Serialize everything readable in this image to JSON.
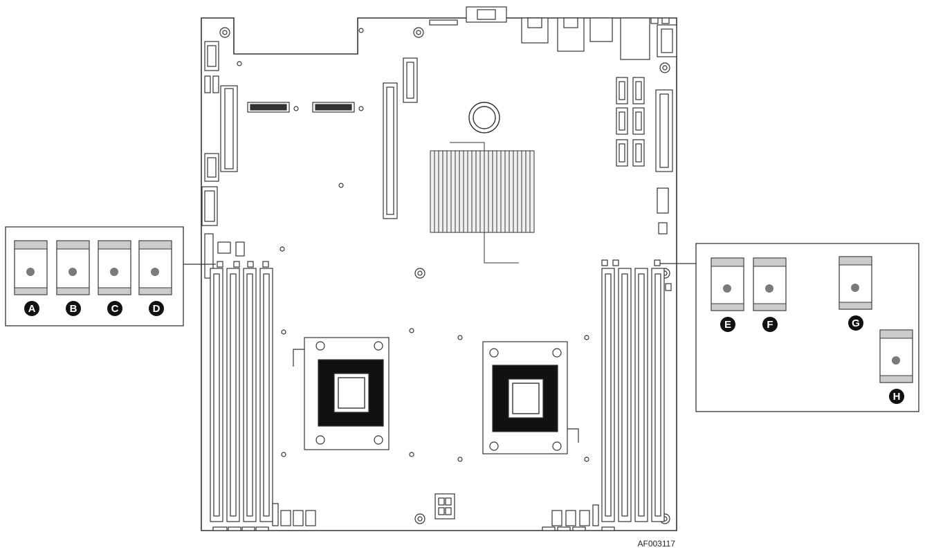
{
  "figure_id": "AF003117",
  "callouts": {
    "left": [
      "A",
      "B",
      "C",
      "D"
    ],
    "right": [
      "E",
      "F",
      "G",
      "H"
    ]
  },
  "colors": {
    "line": "#333333",
    "led_gray": "#cccccc",
    "led_dot": "#7a7a7a",
    "badge": "#111111",
    "socket": "#111111",
    "heatsink": "#dddddd"
  }
}
